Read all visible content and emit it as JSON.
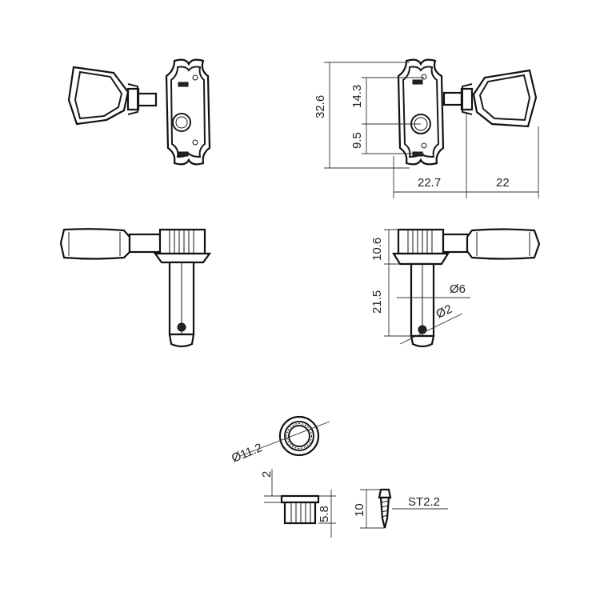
{
  "dimensions": {
    "height_total": "32.6",
    "upper_hole": "14.3",
    "lower_hole": "9.5",
    "width_body": "22.7",
    "width_button": "22",
    "collar_height": "10.6",
    "post_length": "21.5",
    "post_diameter": "Ø6",
    "string_hole": "Ø2",
    "bushing_diameter": "Ø11.2",
    "bushing_lip": "2",
    "bushing_height": "5.8",
    "screw_length": "10",
    "screw_size": "ST2.2"
  }
}
